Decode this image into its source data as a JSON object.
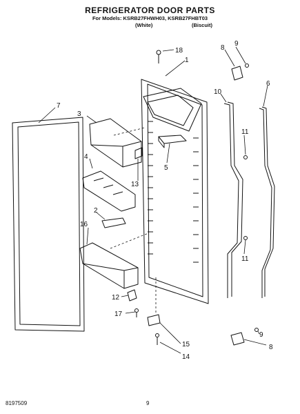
{
  "header": {
    "title": "REFRIGERATOR DOOR PARTS",
    "models": "For Models: KSRB27FHWH03, KSRB27FHBT03",
    "color_white": "(White)",
    "color_biscuit": "(Biscuit)"
  },
  "callouts": [
    "1",
    "2",
    "3",
    "4",
    "5",
    "6",
    "7",
    "8",
    "9",
    "9",
    "8",
    "10",
    "11",
    "11",
    "12",
    "13",
    "14",
    "15",
    "16",
    "17",
    "18"
  ],
  "footer": {
    "doc_number": "8197509",
    "page_number": "9"
  }
}
